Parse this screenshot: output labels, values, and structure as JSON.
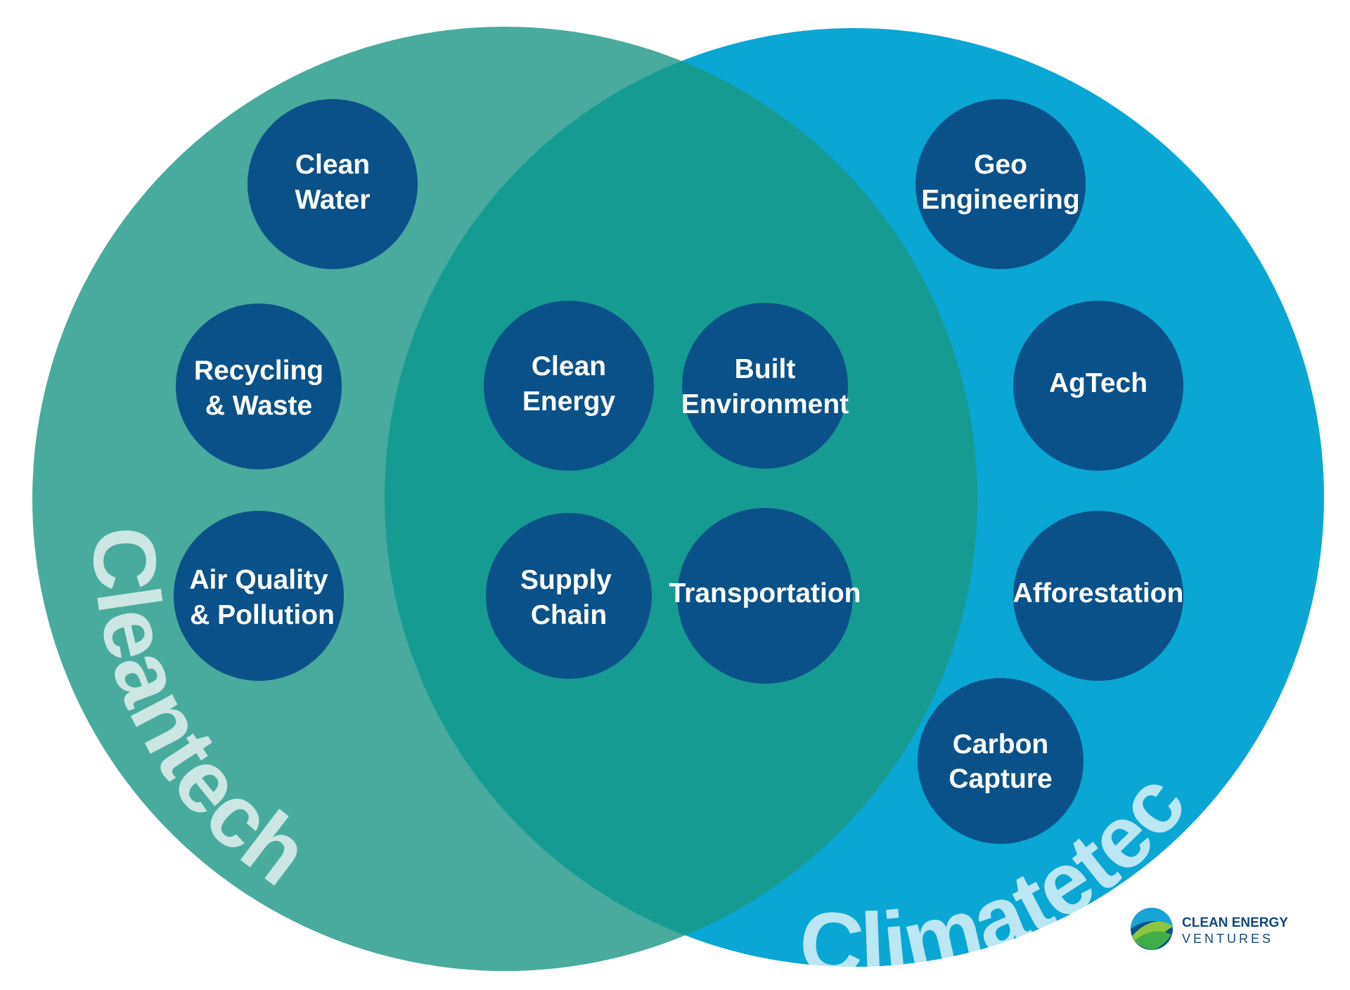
{
  "sets": {
    "left": {
      "label": "Cleantech",
      "color": "#48ab9d"
    },
    "right": {
      "label": "Climatetech",
      "color": "#0aa6d4"
    },
    "overlap_color": "#169b93"
  },
  "node_color": "#0b5189",
  "nodes": {
    "clean_water": [
      "Clean",
      "Water"
    ],
    "recycling_waste": [
      "Recycling",
      "& Waste"
    ],
    "air_quality": [
      "Air Quality",
      "& Pollution"
    ],
    "clean_energy": [
      "Clean",
      "Energy"
    ],
    "built_environment": [
      "Built",
      "Environment"
    ],
    "supply_chain": [
      "Supply",
      "Chain"
    ],
    "transportation": [
      "Transportation"
    ],
    "geo_engineering": [
      "Geo",
      "Engineering"
    ],
    "agtech": [
      "AgTech"
    ],
    "afforestation": [
      "Afforestation"
    ],
    "carbon_capture": [
      "Carbon",
      "Capture"
    ]
  },
  "logo": {
    "line1": "CLEAN ENERGY",
    "line2": "VENTURES"
  }
}
